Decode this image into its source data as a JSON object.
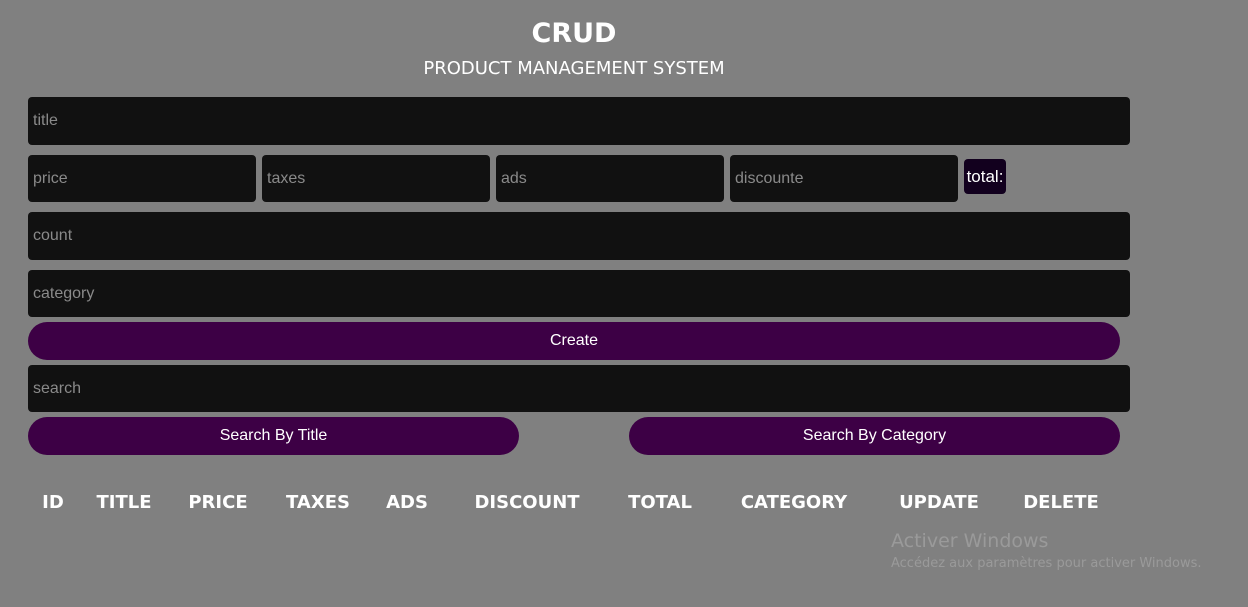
{
  "header": {
    "title": "CRUD",
    "subtitle": "PRODUCT MANAGEMENT SYSTEM"
  },
  "form": {
    "title_ph": "title",
    "price_ph": "price",
    "taxes_ph": "taxes",
    "ads_ph": "ads",
    "discount_ph": "discounte",
    "total_label": "total:",
    "count_ph": "count",
    "category_ph": "category",
    "create_label": "Create"
  },
  "search": {
    "placeholder": "search",
    "by_title": "Search By Title",
    "by_category": "Search By Category"
  },
  "table": {
    "headers": [
      "ID",
      "TITLE",
      "PRICE",
      "TAXES",
      "ADS",
      "DISCOUNT",
      "TOTAL",
      "CATEGORY",
      "UPDATE",
      "DELETE"
    ]
  },
  "watermark": {
    "line1": "Activer Windows",
    "line2": "Accédez aux paramètres pour activer Windows."
  }
}
